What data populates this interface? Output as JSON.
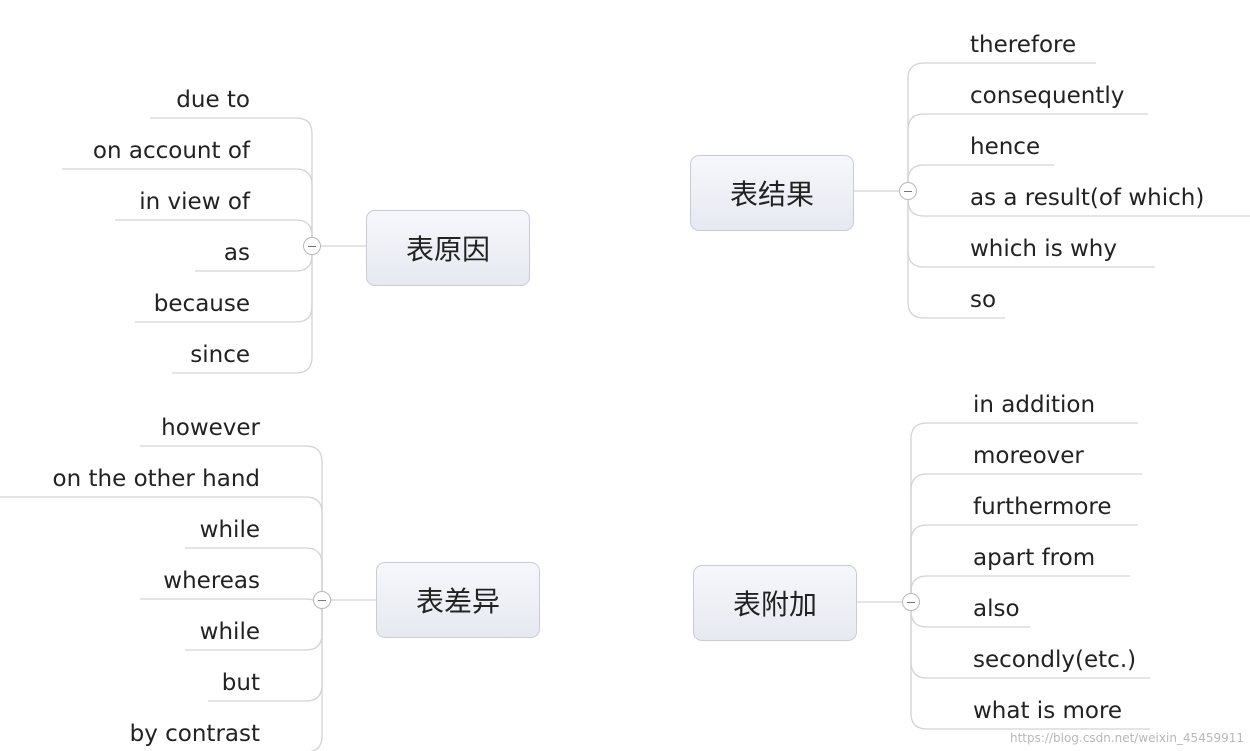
{
  "groups": [
    {
      "id": "cause",
      "topic": "表原因",
      "items": [
        "due to",
        "on account of",
        "in view of",
        "as",
        "because",
        "since"
      ]
    },
    {
      "id": "result",
      "topic": "表结果",
      "items": [
        "therefore",
        "consequently",
        "hence",
        "as a result(of which)",
        "which is why",
        "so"
      ]
    },
    {
      "id": "contrast",
      "topic": "表差异",
      "items": [
        "however",
        "on the other hand",
        "while",
        "whereas",
        "while",
        "but",
        "by contrast"
      ]
    },
    {
      "id": "addition",
      "topic": "表附加",
      "items": [
        "in addition",
        "moreover",
        "furthermore",
        "apart from",
        "also",
        "secondly(etc.)",
        "what is more"
      ]
    }
  ],
  "watermark": "https://blog.csdn.net/weixin_45459911",
  "colors": {
    "connector": "#d3d3d3",
    "topic_border": "#c9ccd8"
  }
}
